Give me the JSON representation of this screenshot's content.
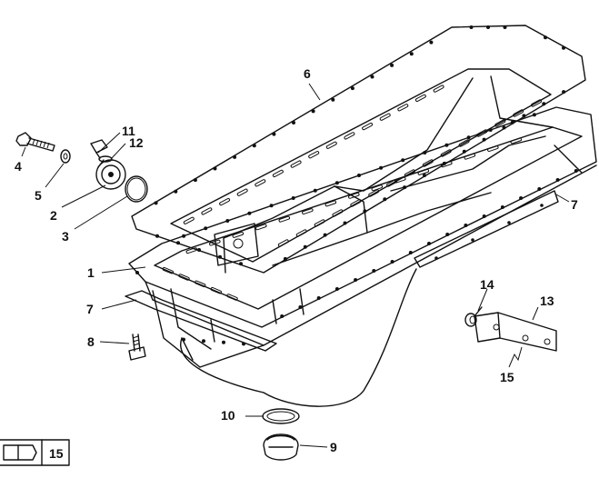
{
  "callouts": {
    "c1": "1",
    "c2": "2",
    "c3": "3",
    "c4": "4",
    "c5": "5",
    "c6": "6",
    "c7a": "7",
    "c7b": "7",
    "c8": "8",
    "c9": "9",
    "c10": "10",
    "c11": "11",
    "c12": "12",
    "c13": "13",
    "c14": "14",
    "c15": "15"
  },
  "legend": {
    "number": "15"
  }
}
